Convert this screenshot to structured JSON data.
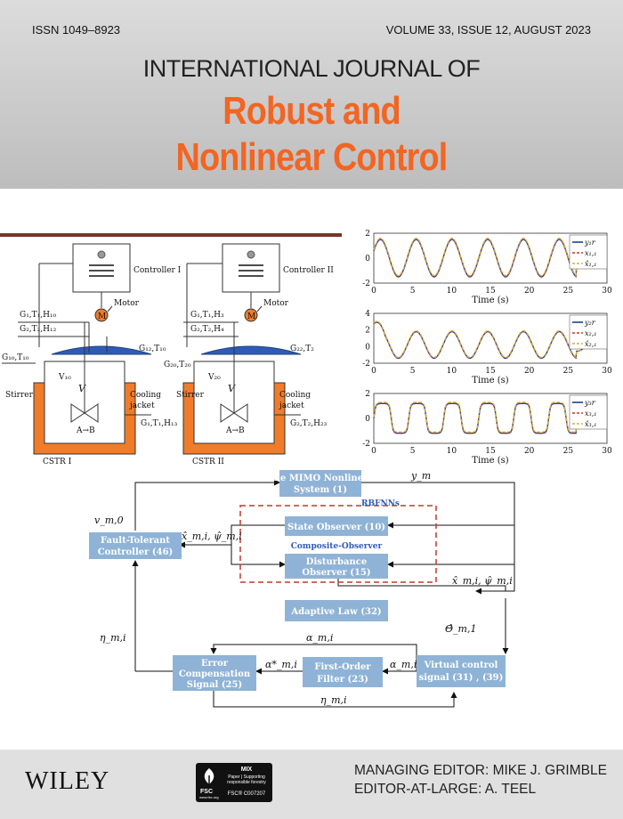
{
  "header": {
    "issn": "ISSN 1049–8923",
    "volume": "VOLUME 33, ISSUE 12, AUGUST 2023",
    "journal_prefix": "INTERNATIONAL JOURNAL OF",
    "title_line1": "Robust and",
    "title_line2": "Nonlinear Control"
  },
  "colors": {
    "title": "#f26522",
    "header_bg": "#cfcfcf",
    "diagram_orange": "#f07c2a",
    "diagram_blue": "#8fb3d6",
    "lid_blue": "#2f5bb7",
    "rbf_red": "#c0392b"
  },
  "cstr": {
    "controller1": "Controller I",
    "controller2": "Controller II",
    "motor": "Motor",
    "motor_symbol": "M",
    "stirrer": "Stirrer",
    "cooling": "Cooling",
    "jacket": "jacket",
    "reaction": "A→B",
    "v": "V",
    "cstr1": "CSTR I",
    "cstr2": "CSTR II",
    "in1": "G₁,T₁,H₁₀",
    "in2": "G₂,T₂,H₁₂",
    "in3": "G₁₀,T₁₀",
    "v1": "V₁₀",
    "out1": "G₁₂,T₁₀",
    "out2": "G₁,T₁,H₁₃",
    "in4": "G₁,T₁,H₃",
    "in5": "G₂,T₂,H₄",
    "in6": "G₂₀,T₂₀",
    "v2": "V₂₀",
    "out3": "G₂₂,T₂",
    "out4": "G₂,T₂,H₂₃"
  },
  "chart_data": [
    {
      "type": "line",
      "xlabel": "Time (s)",
      "xlim": [
        0,
        30
      ],
      "ylim": [
        -2,
        2
      ],
      "x_ticks": [
        "0",
        "5",
        "10",
        "15",
        "20",
        "25",
        "30"
      ],
      "y_ticks": [
        "2",
        "0",
        "-2"
      ],
      "series": [
        {
          "name": "y₁r",
          "color": "#1f3f8f",
          "style": "solid"
        },
        {
          "name": "x₁,₁",
          "color": "#c0392b",
          "style": "dashed"
        },
        {
          "name": "x̂₁,₁",
          "color": "#d4b23a",
          "style": "dashed"
        }
      ]
    },
    {
      "type": "line",
      "xlabel": "Time (s)",
      "xlim": [
        0,
        30
      ],
      "ylim": [
        -2,
        4
      ],
      "x_ticks": [
        "0",
        "5",
        "10",
        "15",
        "20",
        "25",
        "30"
      ],
      "y_ticks": [
        "4",
        "2",
        "0",
        "-2"
      ],
      "series": [
        {
          "name": "y₂r",
          "color": "#1f3f8f",
          "style": "solid"
        },
        {
          "name": "x₂,₁",
          "color": "#c0392b",
          "style": "dashed"
        },
        {
          "name": "x̂₂,₁",
          "color": "#d4b23a",
          "style": "dashed"
        }
      ]
    },
    {
      "type": "line",
      "xlabel": "Time (s)",
      "xlim": [
        0,
        30
      ],
      "ylim": [
        -2,
        2
      ],
      "x_ticks": [
        "0",
        "5",
        "10",
        "15",
        "20",
        "25",
        "30"
      ],
      "y_ticks": [
        "2",
        "0",
        "-2"
      ],
      "series": [
        {
          "name": "y₃r",
          "color": "#1f3f8f",
          "style": "solid"
        },
        {
          "name": "x₃,₁",
          "color": "#c0392b",
          "style": "dashed"
        },
        {
          "name": "x̂₃,₁",
          "color": "#d4b23a",
          "style": "dashed"
        }
      ]
    }
  ],
  "block_diagram": {
    "mimo_l1": "The MIMO Nonlinear",
    "mimo_l2": "System (1)",
    "rbfnns": "RBFNNs",
    "state_observer": "State Observer (10)",
    "composite": "Composite-Observer",
    "dist_l1": "Disturbance",
    "dist_l2": "Observer (15)",
    "ftc_l1": "Fault-Tolerant",
    "ftc_l2": "Controller (46)",
    "adaptive": "Adaptive Law (32)",
    "ec_l1": "Error",
    "ec_l2": "Compensation",
    "ec_l3": "Signal (25)",
    "fof_l1": "First-Order",
    "fof_l2": "Filter (23)",
    "vc_l1": "Virtual control",
    "vc_l2": "signal (31) , (39)",
    "y_m": "y_m",
    "v_m0": "v_m,0",
    "xhat_psi": "x̂_m,i, ψ̂_m,i",
    "theta": "Θ̂_m,1",
    "eta": "η_m,i",
    "alpha": "α_m,i",
    "alpha_star": "α*_m,i"
  },
  "footer": {
    "publisher": "WILEY",
    "fsc_mix": "MIX",
    "fsc_paper": "Paper | Supporting responsible forestry",
    "fsc_code": "FSC® C007207",
    "fsc_logo": "FSC",
    "fsc_url": "www.fsc.org",
    "editor1": "MANAGING EDITOR: MIKE J. GRIMBLE",
    "editor2": "EDITOR-AT-LARGE: A. TEEL"
  }
}
